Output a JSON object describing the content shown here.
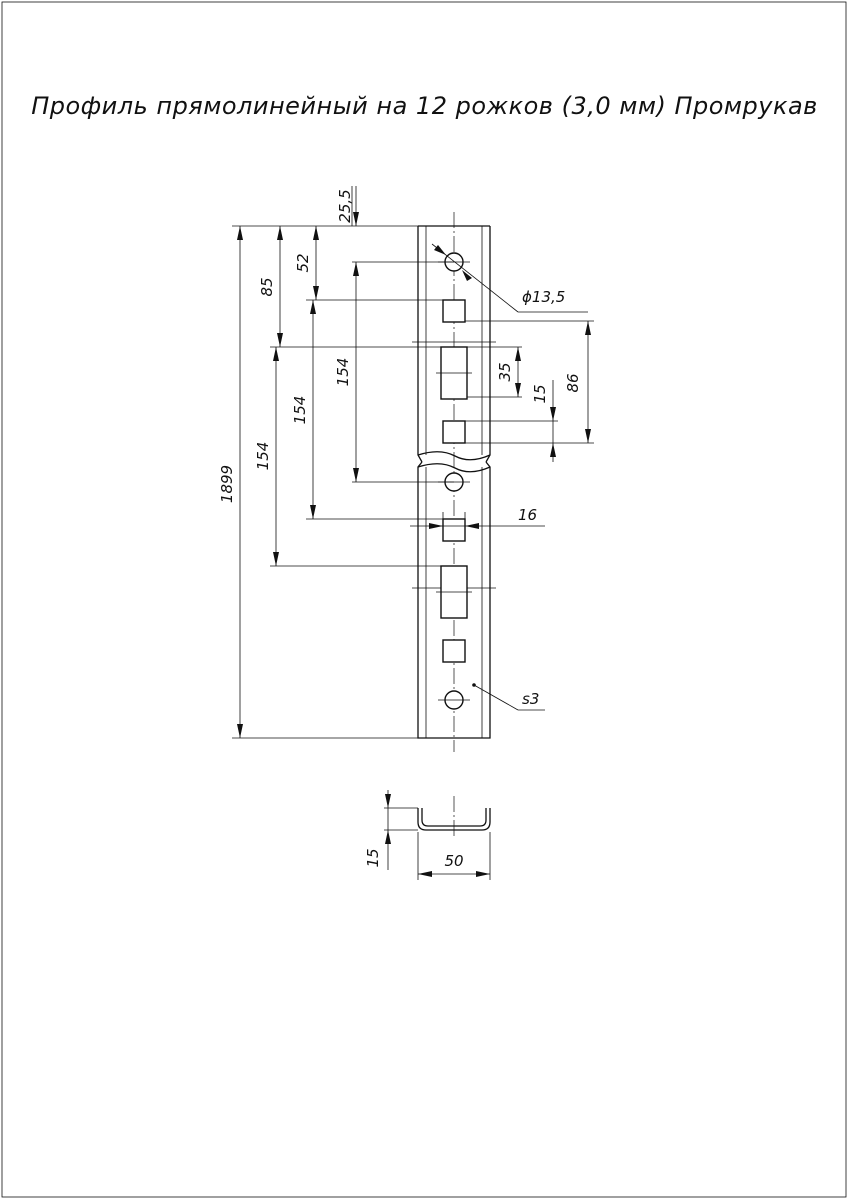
{
  "title": "Профиль прямолинейный на 12 рожков (3,0 мм) Промрукав",
  "dims": {
    "overall_length": "1899",
    "top_offset": "25,5",
    "hole_diameter": "ϕ13,5",
    "d52": "52",
    "d85": "85",
    "d154_a": "154",
    "d154_b": "154",
    "d154_c": "154",
    "d35": "35",
    "d15": "15",
    "d86": "86",
    "d16": "16",
    "thickness": "s3",
    "section_height": "15",
    "section_width": "50"
  }
}
